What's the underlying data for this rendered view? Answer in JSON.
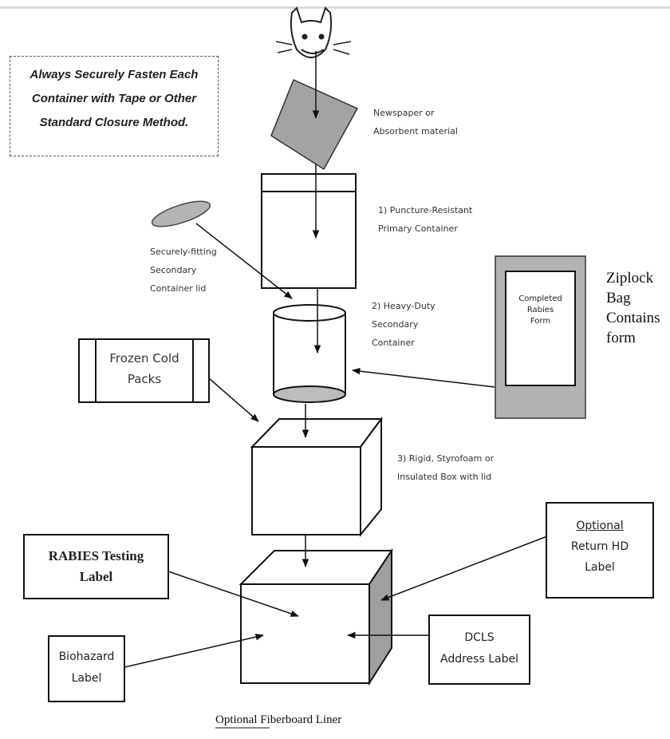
{
  "note": {
    "line1": "Always Securely Fasten Each",
    "line2": "Container with Tape or Other",
    "line3": "Standard Closure Method."
  },
  "labels": {
    "newspaper_1": "Newspaper or",
    "newspaper_2": "Absorbent material",
    "primary_1": "1) Puncture-Resistant",
    "primary_2": "Primary Container",
    "lid_1": "Securely-fitting",
    "lid_2": "Secondary",
    "lid_3": "Container lid",
    "secondary_1": "2) Heavy-Duty",
    "secondary_2": "Secondary",
    "secondary_3": "Container",
    "styro_1": "3) Rigid, Styrofoam or",
    "styro_2": "Insulated Box with lid"
  },
  "boxes": {
    "cold_packs_1": "Frozen Cold",
    "cold_packs_2": "Packs",
    "ziplock_1": "Ziplock",
    "ziplock_2": "Bag",
    "ziplock_3": "Contains",
    "ziplock_4": "form",
    "form_1": "Completed",
    "form_2": "Rabies",
    "form_3": "Form",
    "rabies_1": "RABIES Testing",
    "rabies_2": "Label",
    "return_1": "Optional",
    "return_2": "Return HD",
    "return_3": "Label",
    "biohazard_1": "Biohazard",
    "biohazard_2": "Label",
    "dcls_1": "DCLS",
    "dcls_2": "Address Label"
  },
  "caption": {
    "underlined": "Optional",
    "rest": " Fiberboard Liner"
  }
}
